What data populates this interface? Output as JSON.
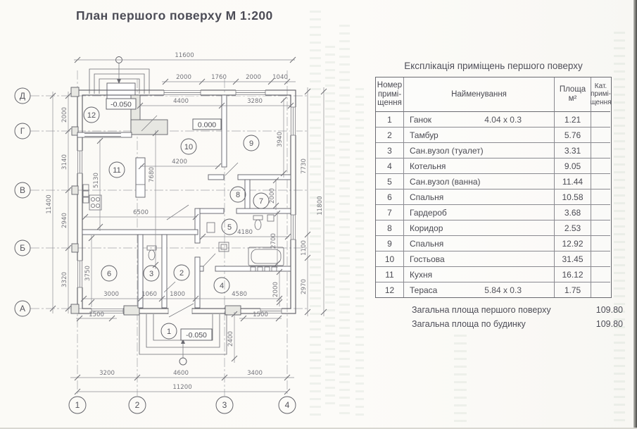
{
  "page": {
    "title": "План першого поверху  М 1:200"
  },
  "plan": {
    "axes": {
      "left": [
        "Д",
        "Г",
        "В",
        "Б",
        "А"
      ],
      "bottom": [
        "1",
        "2",
        "3",
        "4"
      ]
    },
    "room_labels": [
      "1",
      "2",
      "3",
      "4",
      "5",
      "6",
      "7",
      "8",
      "9",
      "10",
      "11",
      "12"
    ],
    "levels": {
      "terrace": "-0.050",
      "main": "0.000",
      "porch": "-0.050"
    },
    "dims": {
      "top_total": "11600",
      "top_segs": [
        "2000",
        "1760",
        "2000",
        "1040"
      ],
      "left_total": "11400",
      "left_segs": [
        "2000",
        "3140",
        "2940",
        "3320"
      ],
      "right_total": "11800",
      "right_segs": [
        "7730",
        "1100",
        "2970"
      ],
      "bottom_total": "11200",
      "bottom_segs": [
        "3200",
        "4600",
        "3400"
      ],
      "inner": {
        "living_w": "4400",
        "bed9_w": "3280",
        "bed9_h": "3940",
        "living_w2": "4200",
        "living_h": "7680",
        "kitchen_h": "5130",
        "kitchen_w": "6500",
        "bed6_h": "3750",
        "bed6_w": "3000",
        "wc_w": "1060",
        "tambour_w": "1800",
        "boiler_w": "4580",
        "bath_w": "4180",
        "bath_h": "2700",
        "wardrobe_h": "2000",
        "boiler_h": "2000",
        "porch_h": "2400",
        "porch_l": "1500",
        "porch_r": "1500"
      }
    }
  },
  "table": {
    "title": "Експлікація приміщень першого поверху",
    "headers": {
      "number": "Номер\nпримі-\nщення",
      "name": "Найменування",
      "area": "Площа\nм²",
      "category": "Кат.\nпримі-\nщення"
    },
    "rows": [
      {
        "num": "1",
        "name": "Ганок",
        "note": "4.04 x 0.3",
        "area": "1.21"
      },
      {
        "num": "2",
        "name": "Тамбур",
        "note": "",
        "area": "5.76"
      },
      {
        "num": "3",
        "name": "Сан.вузол (туалет)",
        "note": "",
        "area": "3.31"
      },
      {
        "num": "4",
        "name": "Котельня",
        "note": "",
        "area": "9.05"
      },
      {
        "num": "5",
        "name": "Сан.вузол (ванна)",
        "note": "",
        "area": "11.44"
      },
      {
        "num": "6",
        "name": "Спальня",
        "note": "",
        "area": "10.58"
      },
      {
        "num": "7",
        "name": "Гардероб",
        "note": "",
        "area": "3.68"
      },
      {
        "num": "8",
        "name": "Коридор",
        "note": "",
        "area": "2.53"
      },
      {
        "num": "9",
        "name": "Спальня",
        "note": "",
        "area": "12.92"
      },
      {
        "num": "10",
        "name": "Гостьова",
        "note": "",
        "area": "31.45"
      },
      {
        "num": "11",
        "name": "Кухня",
        "note": "",
        "area": "16.12"
      },
      {
        "num": "12",
        "name": "Тераса",
        "note": "5.84 x 0.3",
        "area": "1.75"
      }
    ],
    "totals": [
      {
        "label": "Загальна площа першого поверху",
        "value": "109.80"
      },
      {
        "label": "Загальна площа по будинку",
        "value": "109.80"
      }
    ]
  }
}
